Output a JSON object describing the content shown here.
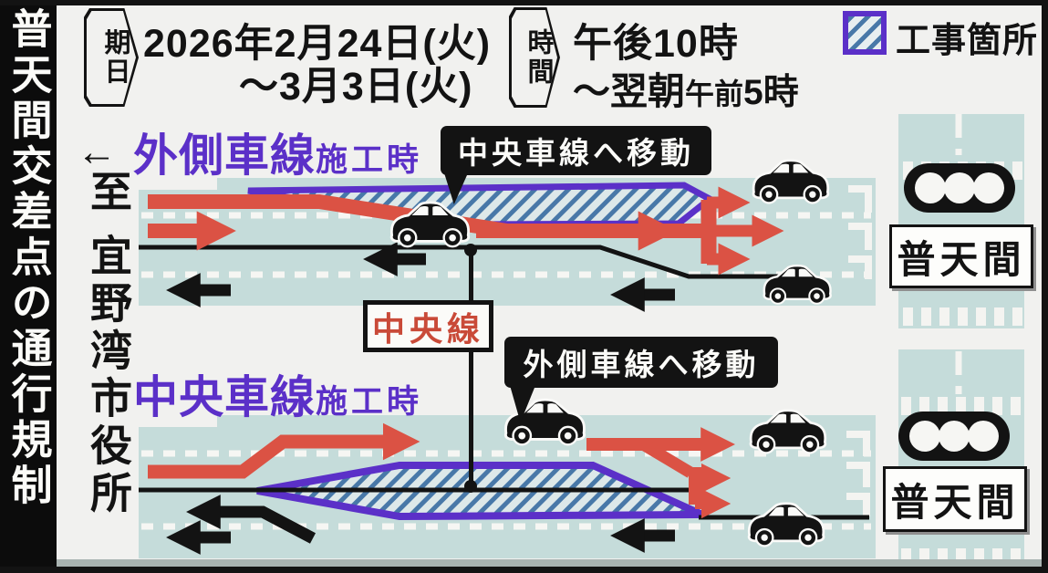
{
  "window": {
    "title_vertical": "普天間交差点の通行規制"
  },
  "header": {
    "date_tag": "期日",
    "date_line1": "2026年2月24日(火)",
    "date_line2": "〜3月3日(火)",
    "time_tag": "時間",
    "time_line1": "午後10時",
    "time_line2_main": "〜翌朝",
    "time_line2_small": "午前",
    "time_line2_tail": "5時",
    "legend_label": "工事箇所"
  },
  "left_note": {
    "arrow": "←",
    "prefix": "至",
    "destination": "宜野湾市役所"
  },
  "top_diagram": {
    "label_main": "外側車線",
    "label_suffix": "施工時",
    "balloon": "中央車線へ移動",
    "sign": "普天間"
  },
  "center_line_label": "中央線",
  "bottom_diagram": {
    "label_main": "中央車線",
    "label_suffix": "施工時",
    "balloon": "外側車線へ移動",
    "sign": "普天間"
  },
  "colors": {
    "purple": "#5b30c8",
    "red": "#db5244",
    "road_blue": "#c5dcda",
    "hatch_blue": "#4878a8",
    "label_red": "#c94a38",
    "black": "#131313"
  }
}
